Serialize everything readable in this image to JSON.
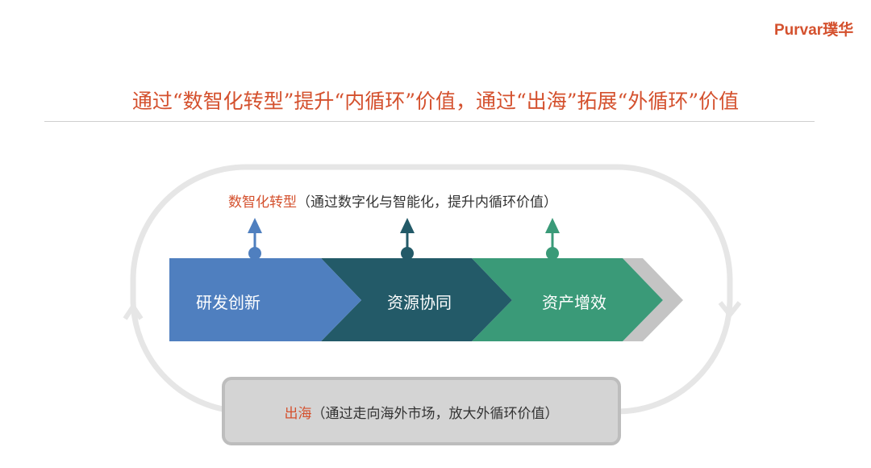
{
  "logo": "Purvar璞华",
  "title": "通过“数智化转型”提升“内循环”价值，通过“出海”拓展“外循环”价值",
  "top_note": {
    "highlight": "数智化转型",
    "text": "（通过数字化与智能化，提升内循环价值）"
  },
  "stages": [
    {
      "label": "研发创新",
      "color": "#4f7fbf"
    },
    {
      "label": "资源协同",
      "color": "#235a68"
    },
    {
      "label": "资产增效",
      "color": "#3a9a78"
    }
  ],
  "bottom_note": {
    "highlight": "出海",
    "text": "（通过走向海外市场，放大外循环价值）"
  }
}
